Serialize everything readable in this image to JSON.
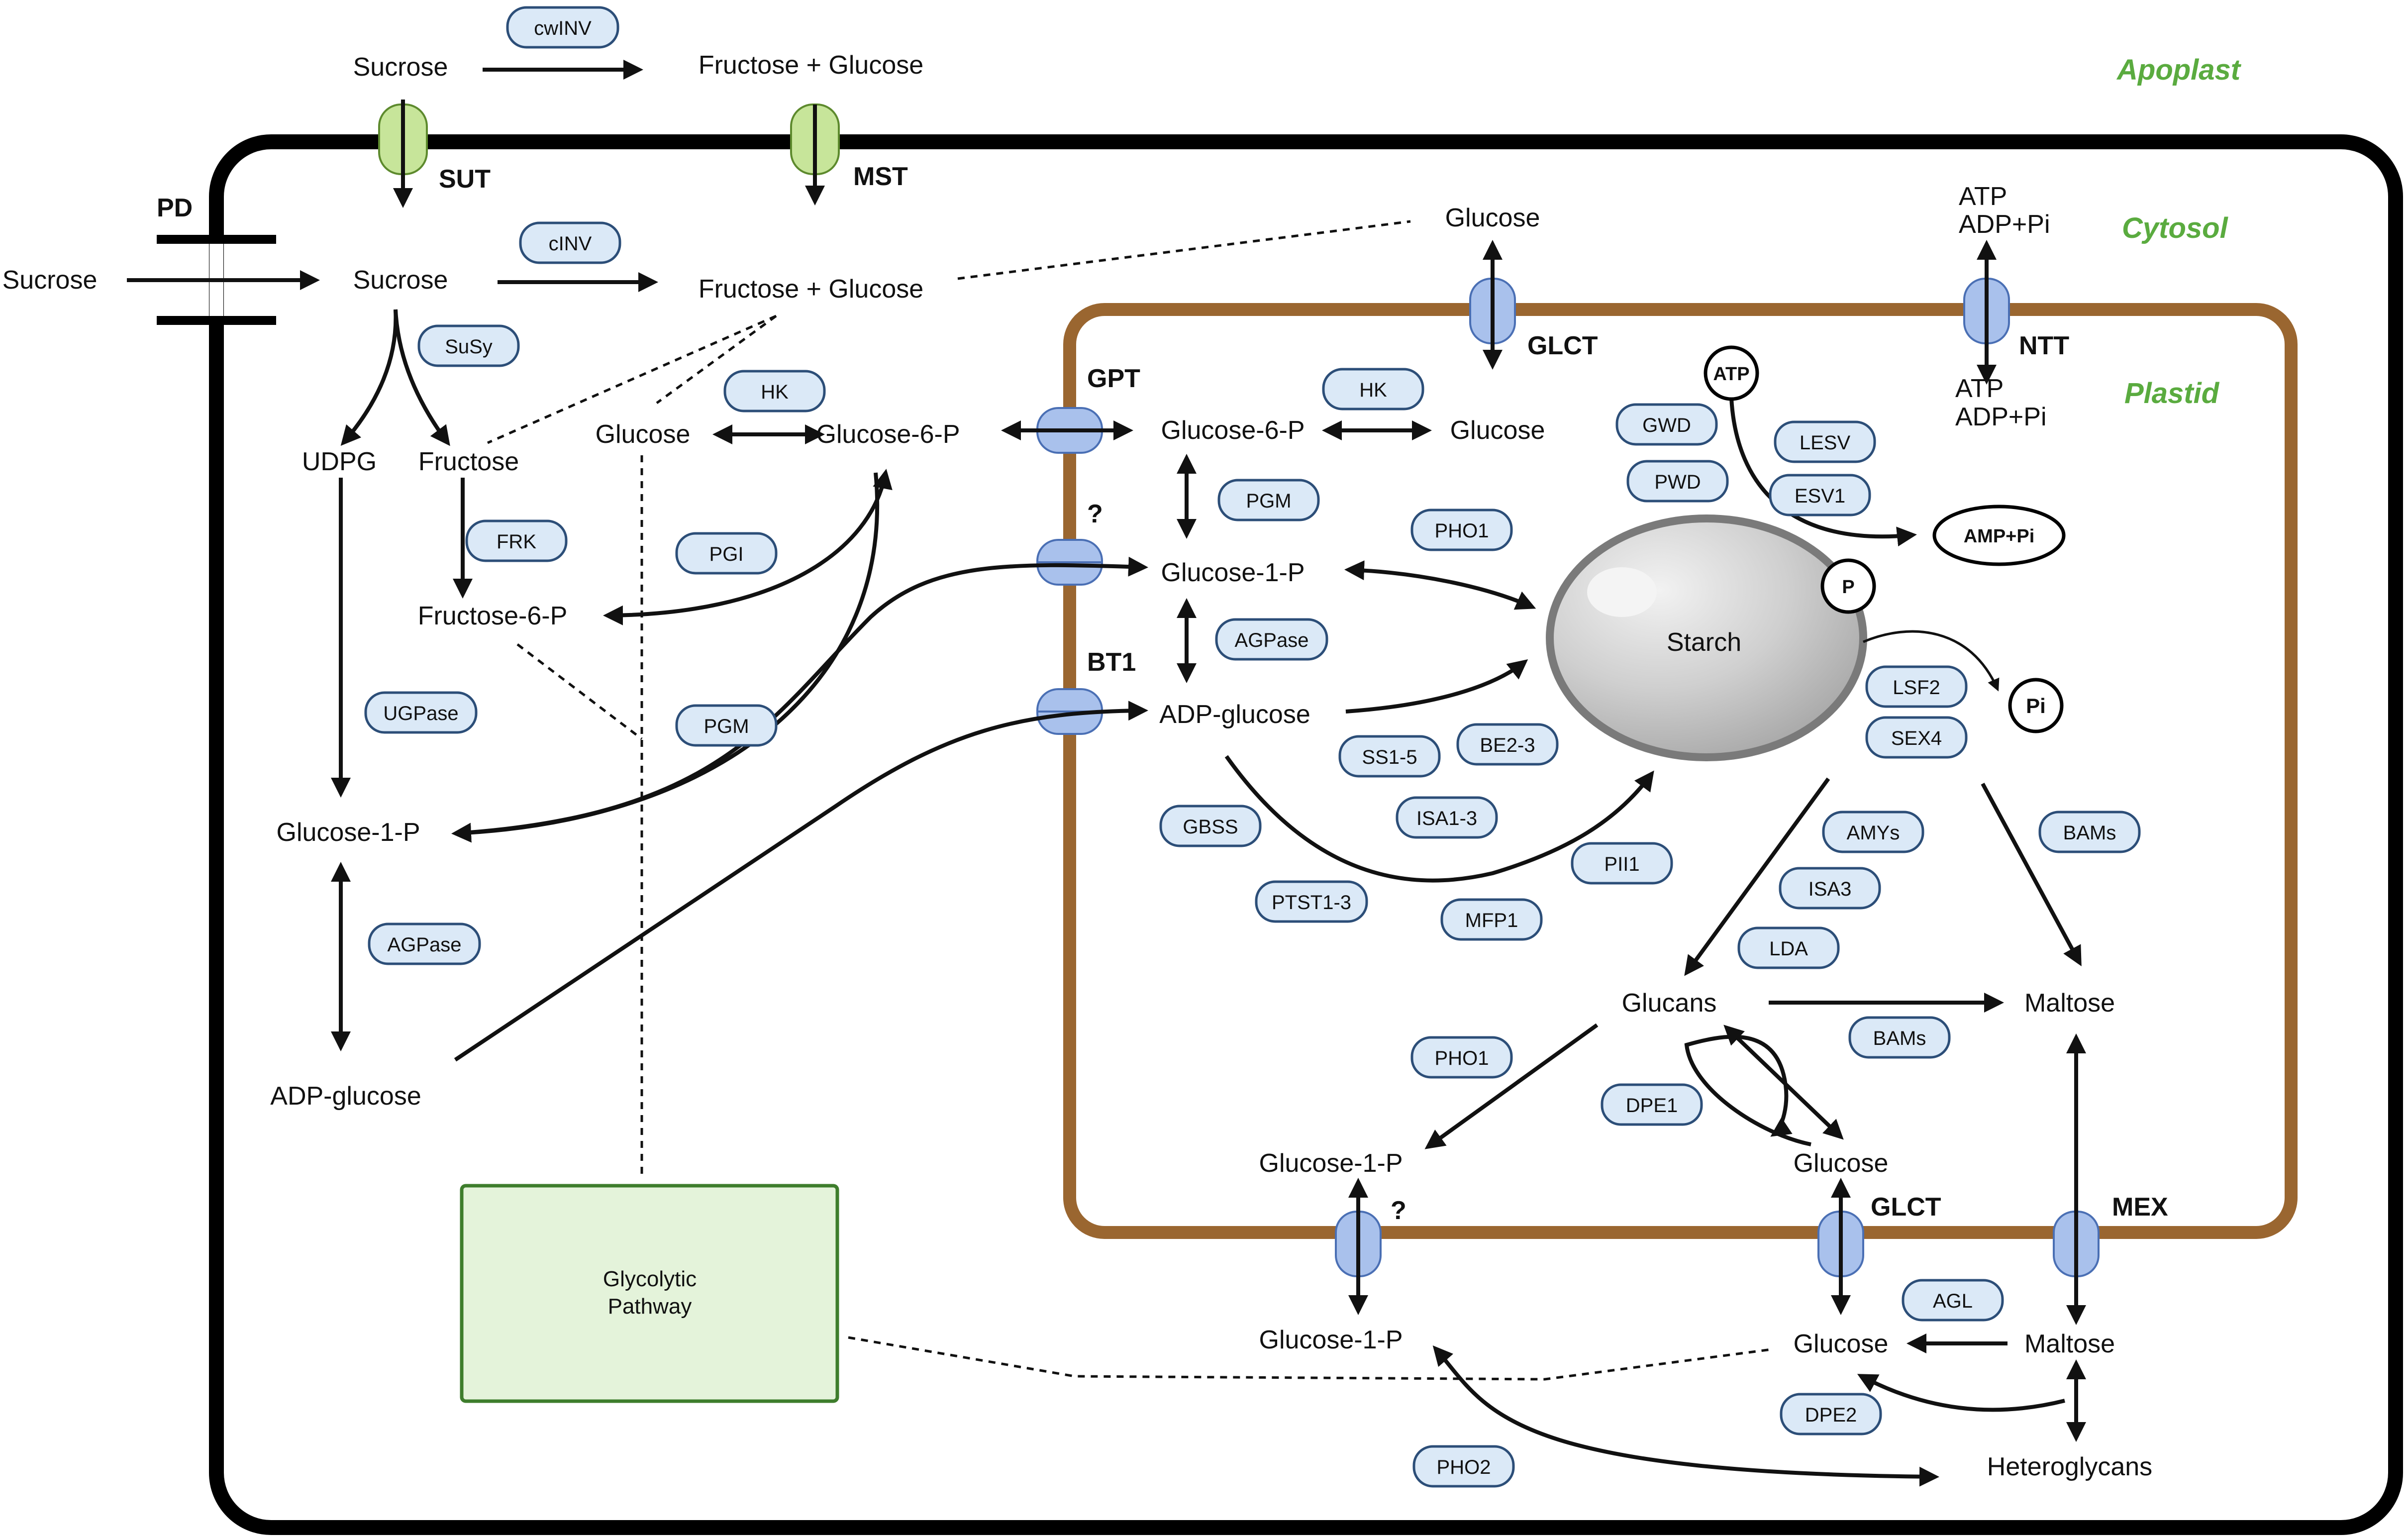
{
  "compartments": {
    "apoplast": "Apoplast",
    "cytosol": "Cytosol",
    "plastid": "Plastid"
  },
  "transporters": {
    "sut": "SUT",
    "mst": "MST",
    "pd": "PD",
    "glct_top": "GLCT",
    "ntt": "NTT",
    "gpt": "GPT",
    "q_top": "?",
    "bt1": "BT1",
    "q_bottom": "?",
    "glct_bottom": "GLCT",
    "mex": "MEX"
  },
  "metabolites": {
    "sucrose_apo": "Sucrose",
    "fg_apo": "Fructose + Glucose",
    "sucrose_out": "Sucrose",
    "sucrose_cyt": "Sucrose",
    "fg_cyt": "Fructose + Glucose",
    "glucose_cyt_top": "Glucose",
    "atp_cyt": "ATP",
    "adppi_cyt": "ADP+Pi",
    "udpg": "UDPG",
    "fructose": "Fructose",
    "glucose_cyt": "Glucose",
    "g6p_cyt": "Glucose-6-P",
    "f6p": "Fructose-6-P",
    "g1p_cyt": "Glucose-1-P",
    "adpg_cyt": "ADP-glucose",
    "glycolytic": "Glycolytic Pathway",
    "g6p_pl": "Glucose-6-P",
    "glucose_pl_top": "Glucose",
    "atp_pl": "ATP",
    "adppi_pl": "ADP+Pi",
    "g1p_pl": "Glucose-1-P",
    "adpg_pl": "ADP-glucose",
    "starch": "Starch",
    "atp_circle": "ATP",
    "amp_pi": "AMP+Pi",
    "p_circle": "P",
    "pi_circle": "Pi",
    "glucans": "Glucans",
    "maltose_pl": "Maltose",
    "g1p_pl_bottom": "Glucose-1-P",
    "glucose_pl_bottom": "Glucose",
    "g1p_cyt_bottom": "Glucose-1-P",
    "glucose_cyt_bottom": "Glucose",
    "maltose_cyt": "Maltose",
    "heteroglycans": "Heteroglycans"
  },
  "enzymes": {
    "cwinv": "cwINV",
    "cinv": "cINV",
    "susy": "SuSy",
    "hk_cyt": "HK",
    "frk": "FRK",
    "pgi": "PGI",
    "ugpase": "UGPase",
    "pgm_cyt": "PGM",
    "agpase_cyt": "AGPase",
    "hk_pl": "HK",
    "gwd": "GWD",
    "pwd": "PWD",
    "lesv": "LESV",
    "esv1": "ESV1",
    "pgm_pl": "PGM",
    "pho1_top": "PHO1",
    "agpase_pl": "AGPase",
    "lsf2": "LSF2",
    "sex4": "SEX4",
    "ss15": "SS1-5",
    "be23": "BE2-3",
    "gbss": "GBSS",
    "isa13": "ISA1-3",
    "pii1": "PII1",
    "ptst13": "PTST1-3",
    "mfp1": "MFP1",
    "amys": "AMYs",
    "isa3": "ISA3",
    "lda": "LDA",
    "bams_right": "BAMs",
    "bams_mid": "BAMs",
    "pho1_bottom": "PHO1",
    "dpe1": "DPE1",
    "agl": "AGL",
    "dpe2": "DPE2",
    "pho2": "PHO2"
  }
}
